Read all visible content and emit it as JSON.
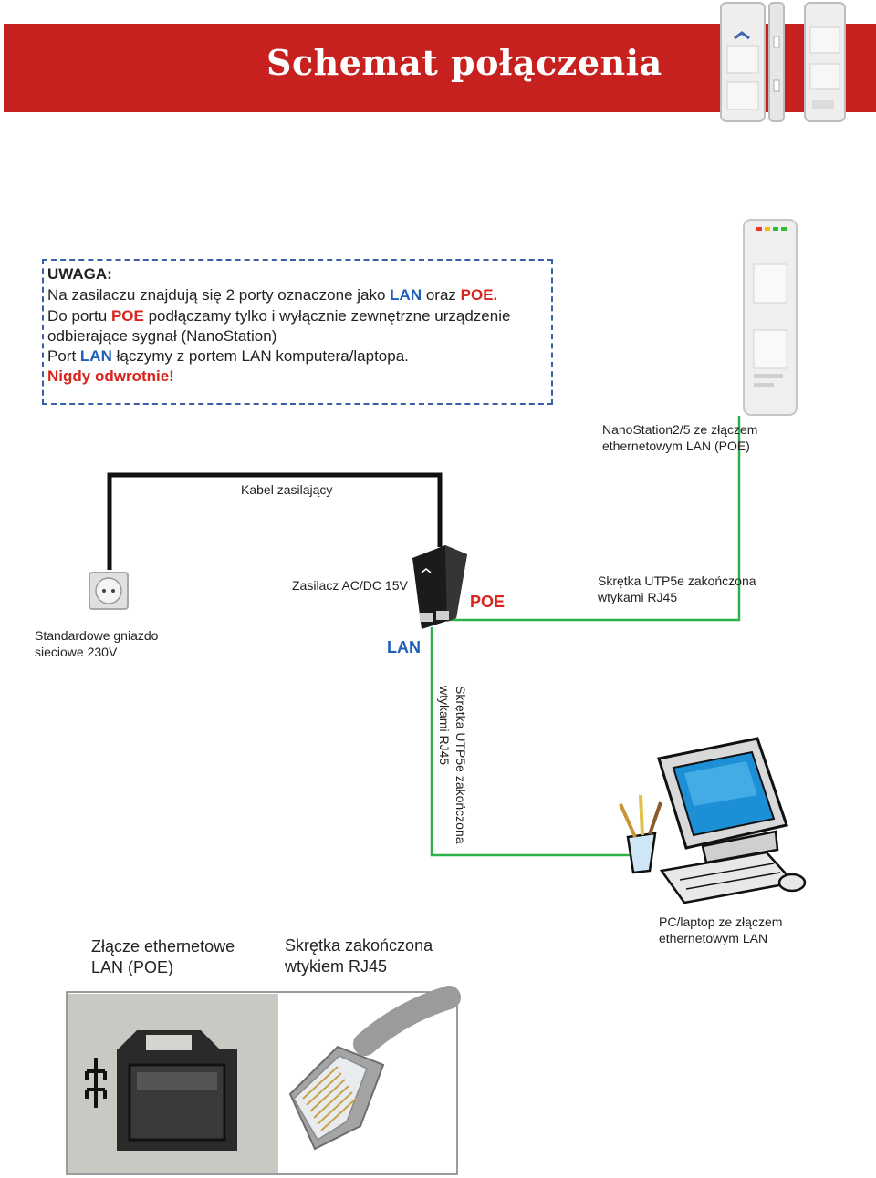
{
  "header": {
    "title": "Schemat połączenia"
  },
  "note": {
    "heading": "UWAGA:",
    "line1_a": "Na zasilaczu znajdują się 2 porty oznaczone jako ",
    "line1_lan": "LAN",
    "line1_b": " oraz ",
    "line1_poe": "POE.",
    "line2_a": "Do portu ",
    "line2_poe": "POE",
    "line2_b": " podłączamy tylko i wyłącznie zewnętrzne urządzenie",
    "line3": "odbierające sygnał (NanoStation)",
    "line4_a": "Port ",
    "line4_lan": "LAN",
    "line4_b": " łączymy z portem LAN komputera/laptopa.",
    "line5": "Nigdy odwrotnie!"
  },
  "labels": {
    "nanostation_1": "NanoStation2/5 ze złączem",
    "nanostation_2": "ethernetowym LAN (POE)",
    "power_cable": "Kabel zasilający",
    "adapter": "Zasilacz AC/DC 15V",
    "port_poe": "POE",
    "port_lan": "LAN",
    "utp_top_1": "Skrętka UTP5e zakończona",
    "utp_top_2": "wtykami RJ45",
    "socket_1": "Standardowe gniazdo",
    "socket_2": "sieciowe 230V",
    "utp_vert_1": "Skrętka UTP5e zakończona",
    "utp_vert_2": "wtykami RJ45",
    "pc_1": "PC/laptop  ze złączem",
    "pc_2": "ethernetowym LAN",
    "jack_1": "Złącze ethernetowe",
    "jack_2": "LAN (POE)",
    "plug_1": "Skrętka zakończona",
    "plug_2": "wtykiem RJ45"
  },
  "colors": {
    "header": "#c6201f",
    "lan": "#1f5fb5",
    "poe": "#d8241d",
    "cable_utp": "#2db24a",
    "cable_power": "#111111",
    "note_border": "#3a5fa8"
  }
}
